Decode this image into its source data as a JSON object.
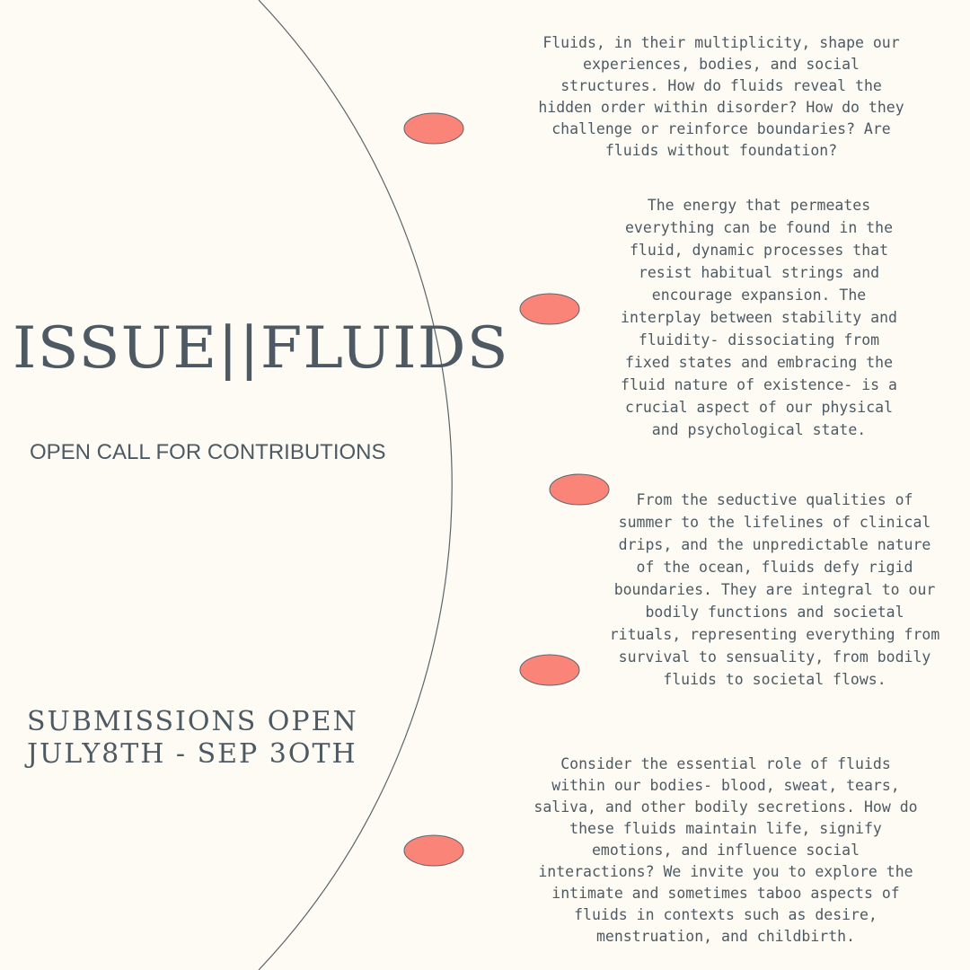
{
  "poster": {
    "title": "ISSUE||FLUIDS",
    "subtitle": "OPEN CALL FOR CONTRIBUTIONS",
    "submissions_line1": "SUBMISSIONS OPEN",
    "submissions_line2": "JULY8TH - SEP 3OTH",
    "paragraphs": [
      "Fluids, in their multiplicity, shape our\nexperiences, bodies, and social\nstructures. How do fluids reveal the\nhidden order within disorder? How do they\nchallenge or reinforce boundaries? Are\nfluids without foundation?",
      "The energy that permeates\neverything can be found in the\nfluid, dynamic processes that\nresist habitual strings and\nencourage expansion. The\ninterplay between stability and\nfluidity- dissociating from\nfixed states and embracing the\nfluid nature of existence- is a\ncrucial aspect of our physical\nand psychological state.",
      "From the seductive qualities of\nsummer to the lifelines of clinical\ndrips, and the unpredictable nature\nof the ocean, fluids defy rigid\nboundaries. They are integral to our\nbodily functions and societal\nrituals, representing everything from\nsurvival to sensuality, from bodily\nfluids to societal flows.",
      "Consider the essential role of fluids\nwithin our bodies- blood, sweat, tears,\nsaliva, and other bodily secretions. How do\nthese fluids maintain life, signify\nemotions, and influence social\ninteractions? We invite you to explore the\nintimate and sometimes taboo aspects of\nfluids in contexts such as desire,\nmenstruation, and childbirth."
    ]
  },
  "colors": {
    "background": "#fdfbf4",
    "text": "#4d5a63",
    "dot": "#fa8478",
    "line": "#5b646b"
  }
}
